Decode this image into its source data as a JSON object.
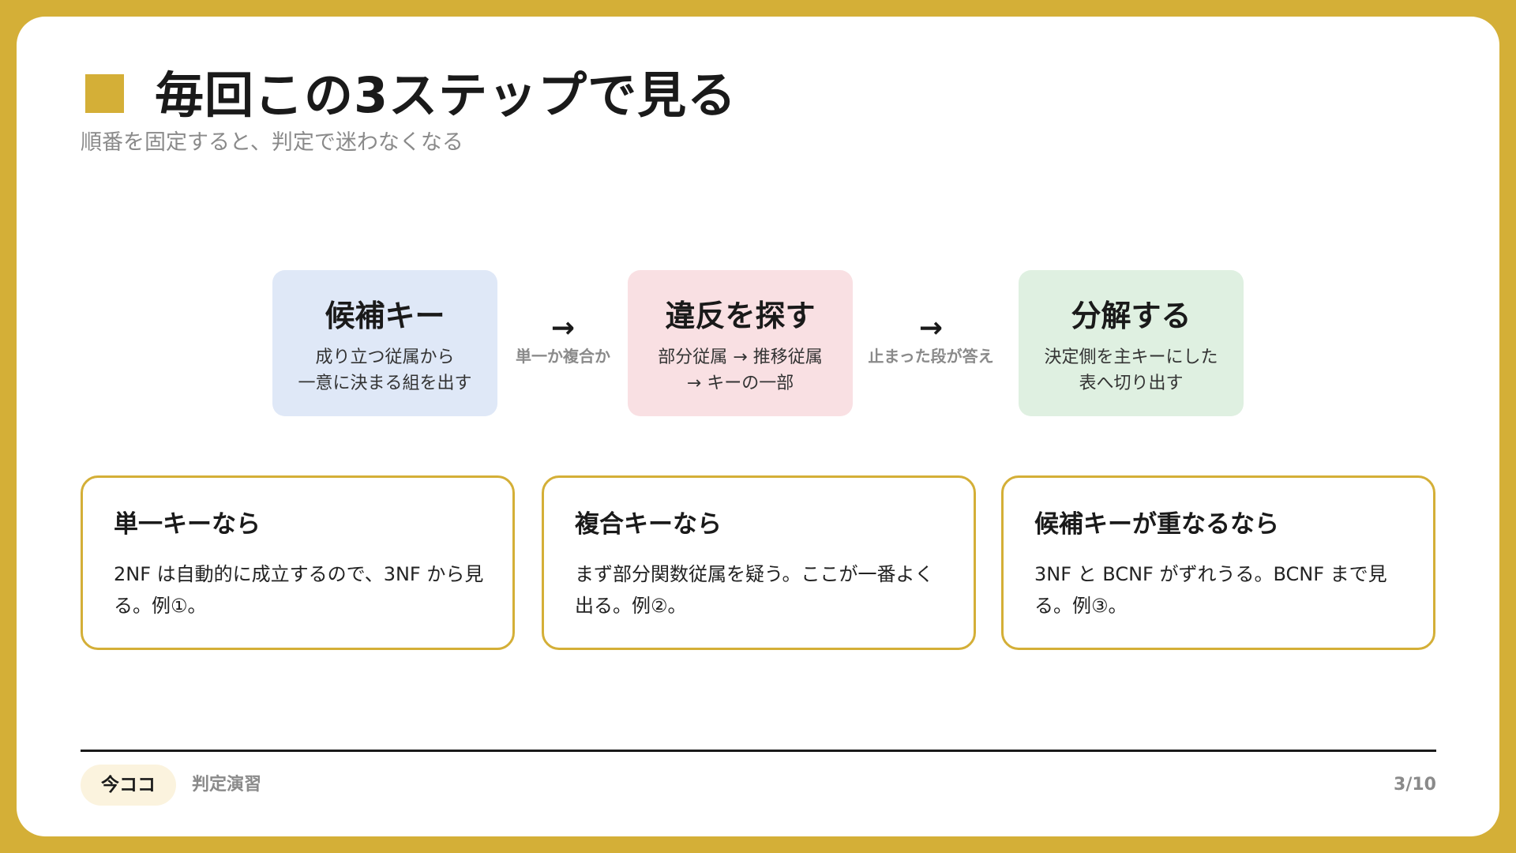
{
  "header": {
    "title": "毎回この3ステップで見る",
    "subtitle": "順番を固定すると、判定で迷わなくなる"
  },
  "flow": {
    "steps": [
      {
        "title": "候補キー",
        "desc": "成り立つ従属から\n一意に決まる組を出す"
      },
      {
        "title": "違反を探す",
        "desc": "部分従属 → 推移従属\n→ キーの一部"
      },
      {
        "title": "分解する",
        "desc": "決定側を主キーにした\n表へ切り出す"
      }
    ],
    "arrows": [
      {
        "glyph": "→",
        "label": "単一か複合か"
      },
      {
        "glyph": "→",
        "label": "止まった段が答え"
      }
    ]
  },
  "cases": [
    {
      "title": "単一キーなら",
      "body": "2NF は自動的に成立するので、3NF から見る。例①。"
    },
    {
      "title": "複合キーなら",
      "body": "まず部分関数従属を疑う。ここが一番よく出る。例②。"
    },
    {
      "title": "候補キーが重なるなら",
      "body": "3NF と BCNF がずれうる。BCNF まで見る。例③。"
    }
  ],
  "footer": {
    "badge": "今ココ",
    "section": "判定演習",
    "page": "3/10"
  },
  "colors": {
    "frame": "#d4af37",
    "step1_bg": "#dfe8f7",
    "step2_bg": "#f9e0e3",
    "step3_bg": "#dff0e1",
    "badge_bg": "#fbf3de",
    "muted_text": "#8a8a8a"
  }
}
